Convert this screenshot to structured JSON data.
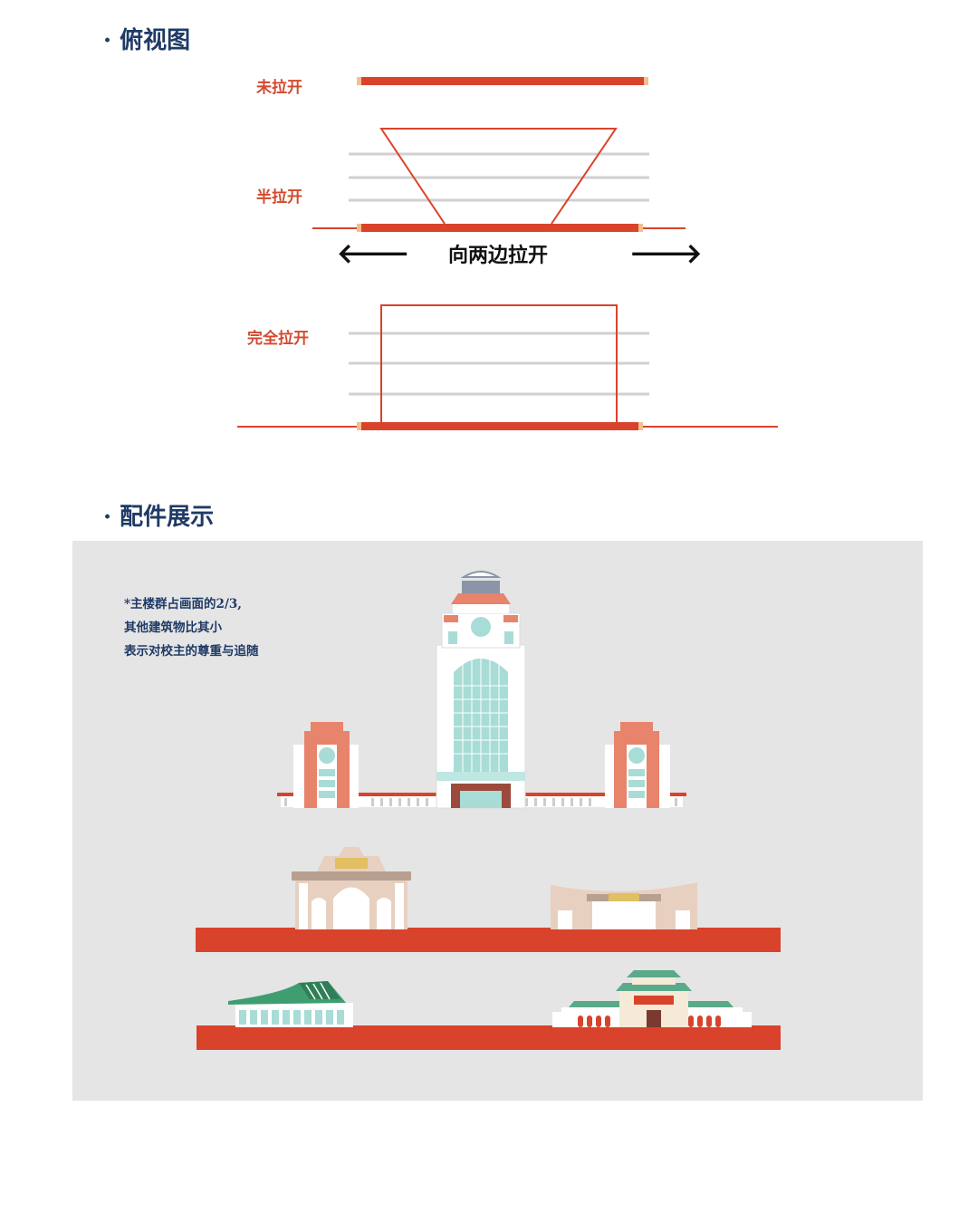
{
  "sections": {
    "top_view": {
      "title": "· 俯视图"
    },
    "parts": {
      "title": "· 配件展示"
    }
  },
  "states": {
    "closed": "未拉开",
    "half": "半拉开",
    "full": "完全拉开"
  },
  "direction": {
    "label": "向两边拉开",
    "left_arrow": "🡐",
    "right_arrow": "🡒"
  },
  "note": {
    "line1": "*主楼群占画面的2/3,",
    "line2": "其他建筑物比其小",
    "line3": "表示对校主的尊重与追随"
  },
  "colors": {
    "accent_red": "#d9432b",
    "title_blue": "#1f3a66",
    "gray_line": "#d0d0d0",
    "panel_bg": "#e5e5e5",
    "building_salmon": "#e8836c",
    "building_teal": "#a8dcd6"
  },
  "buildings": [
    "main-building-group",
    "arch-gate",
    "modern-gate",
    "green-roof-hall",
    "traditional-hall"
  ]
}
